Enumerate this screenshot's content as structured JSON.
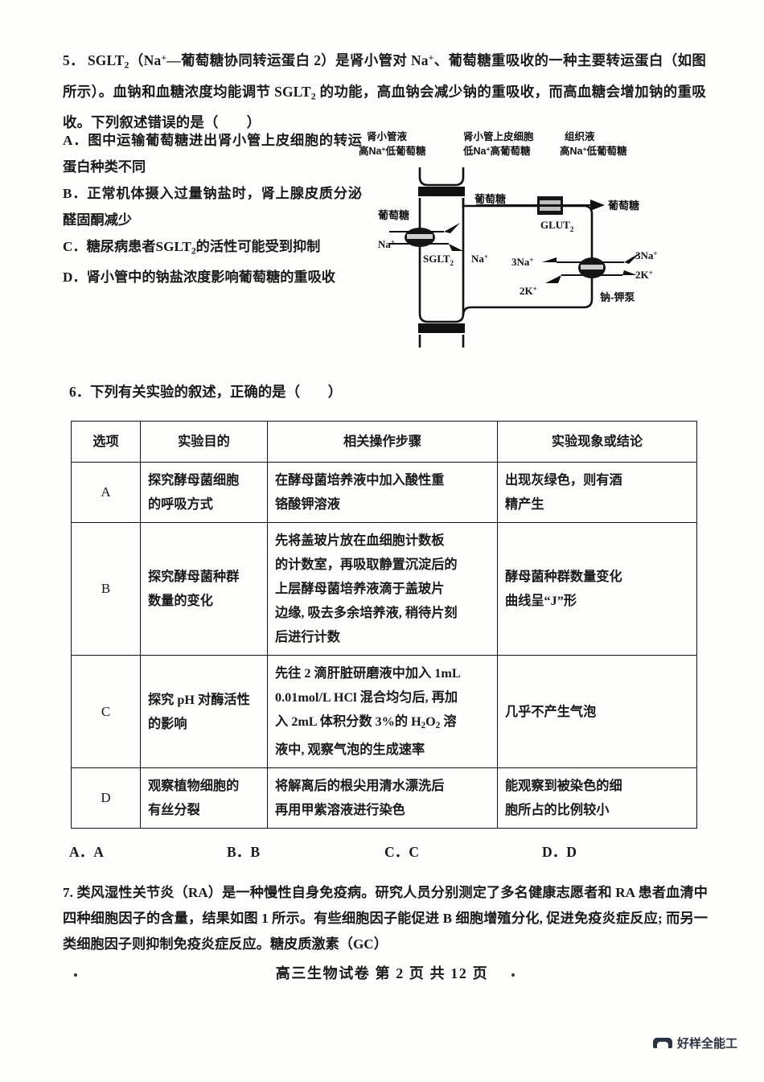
{
  "question5": {
    "number": "5．",
    "stem_parts": [
      {
        "t": "SGLT"
      },
      {
        "sub": "2"
      },
      {
        "t": "（Na"
      },
      {
        "sup": "+"
      },
      {
        "t": "—葡萄糖协同转运蛋白 2）是肾小管对 Na"
      },
      {
        "sup": "+"
      },
      {
        "t": "、葡萄糖重吸收的一种主要转运蛋白（如图所示）。血钠和血糖浓度均能调节 SGLT"
      },
      {
        "sub": "2"
      },
      {
        "t": " 的功能，高血钠会减少钠的重吸收，而高血糖会增加钠的重吸收。下列叙述错误的是（　　）"
      }
    ],
    "stem_plain": "SGLT2（Na+—葡萄糖协同转运蛋白 2）是肾小管对 Na+、葡萄糖重吸收的一种主要转运蛋白（如图所示）。血钠和血糖浓度均能调节 SGLT2 的功能，高血钠会减少钠的重吸收，而高血糖会增加钠的重吸收。下列叙述错误的是（　　）",
    "options": [
      {
        "label": "A．",
        "text": "图中运输葡萄糖进出肾小管上皮细胞的转运蛋白种类不同"
      },
      {
        "label": "B．",
        "text": "正常机体摄入过量钠盐时，肾上腺皮质分泌醛固酮减少"
      },
      {
        "label": "C．",
        "text": "糖尿病患者SGLT₂的活性可能受到抑制"
      },
      {
        "label": "D．",
        "text": "肾小管中的钠盐浓度影响葡萄糖的重吸收"
      }
    ]
  },
  "diagram": {
    "name": "sglt2-renal-tubule-diagram",
    "compartments": [
      {
        "title": "肾小管液",
        "detail_pre": "高Na",
        "detail_sup": "+",
        "detail_post": "低葡萄糖"
      },
      {
        "title": "肾小管上皮细胞",
        "detail_pre": "低Na",
        "detail_sup": "+",
        "detail_post": "高葡萄糖"
      },
      {
        "title": "组织液",
        "detail_pre": "高Na",
        "detail_sup": "+",
        "detail_post": "低葡萄糖"
      }
    ],
    "labels": {
      "glucose_left": "葡萄糖",
      "glucose_mid": "葡萄糖",
      "glucose_right": "葡萄糖",
      "na_left": "Na+",
      "na_inside": "Na+",
      "sglt2": "SGLT2",
      "glut2": "GLUT2",
      "na3_left": "3Na+",
      "k2_left": "2K+",
      "na3_right": "3Na+",
      "k2_right": "2K+",
      "pump": "钠-钾泵"
    }
  },
  "question6": {
    "number": "6．",
    "stem": "下列有关实验的叙述，正确的是（　　）",
    "table": {
      "headers": [
        "选项",
        "实验目的",
        "相关操作步骤",
        "实验现象或结论"
      ],
      "rows": [
        {
          "option": "A",
          "aim": [
            "探究酵母菌细胞",
            "的呼吸方式"
          ],
          "steps": [
            "在酵母菌培养液中加入酸性重",
            "铬酸钾溶液"
          ],
          "result": [
            "出现灰绿色，则有酒",
            "精产生"
          ]
        },
        {
          "option": "B",
          "aim": [
            "探究酵母菌种群",
            "数量的变化"
          ],
          "steps": [
            "先将盖玻片放在血细胞计数板",
            "的计数室，再吸取静置沉淀后的",
            "上层酵母菌培养液滴于盖玻片",
            "边缘, 吸去多余培养液, 稍待片刻",
            "后进行计数"
          ],
          "result": [
            "酵母菌种群数量变化",
            "曲线呈“J”形"
          ]
        },
        {
          "option": "C",
          "aim": [
            "探究 pH 对酶活性",
            "的影响"
          ],
          "steps": [
            "先往 2 滴肝脏研磨液中加入 1mL",
            "0.01mol/L HCl 混合均匀后, 再加",
            "入 2mL 体积分数 3%的 H₂O₂ 溶",
            "液中, 观察气泡的生成速率"
          ],
          "result": [
            "几乎不产生气泡"
          ]
        },
        {
          "option": "D",
          "aim": [
            "观察植物细胞的",
            "有丝分裂"
          ],
          "steps": [
            "将解离后的根尖用清水漂洗后",
            "再用甲紫溶液进行染色"
          ],
          "result": [
            "能观察到被染色的细",
            "胞所占的比例较小"
          ]
        }
      ]
    },
    "answers": [
      "A．A",
      "B．B",
      "C．C",
      "D．D"
    ]
  },
  "question7": {
    "number": "7.",
    "stem": "类风湿性关节炎（RA）是一种慢性自身免疫病。研究人员分别测定了多名健康志愿者和 RA 患者血清中四种细胞因子的含量，结果如图 1 所示。有些细胞因子能促进 B 细胞增殖分化, 促进免疫炎症反应; 而另一类细胞因子则抑制免疫炎症反应。糖皮质激素（GC）"
  },
  "footer": {
    "text": "高三生物试卷 第 2 页 共 12 页"
  },
  "watermark": {
    "text": "好样全能工"
  }
}
